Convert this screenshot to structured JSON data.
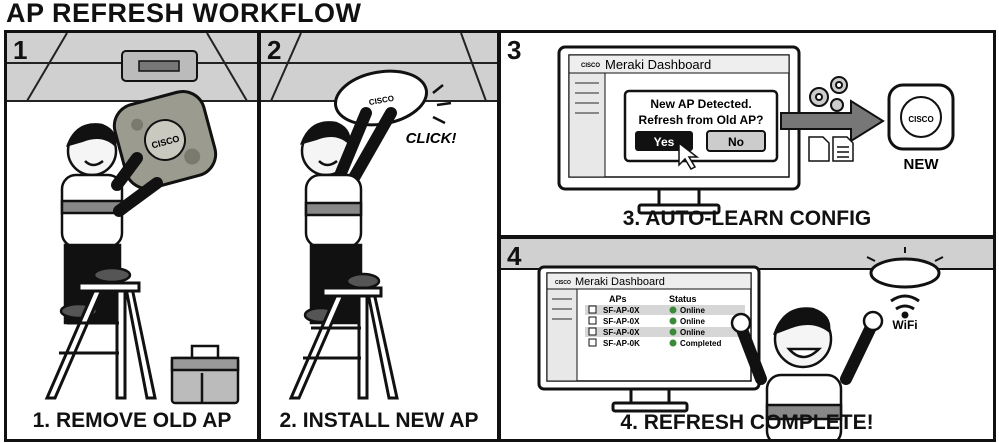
{
  "title": "AP REFRESH WORKFLOW",
  "panels": {
    "p1": {
      "number": "1",
      "caption": "1. REMOVE OLD AP",
      "ap_brand": "CISCO"
    },
    "p2": {
      "number": "2",
      "caption": "2. INSTALL NEW AP",
      "sound": "CLICK!",
      "ap_brand": "CISCO"
    },
    "p3": {
      "number": "3",
      "caption": "3. AUTO-LEARN CONFIG",
      "dashboard_title": "Meraki Dashboard",
      "logo_text": "CISCO",
      "dialog_line1": "New AP Detected.",
      "dialog_line2": "Refresh from Old AP?",
      "yes_label": "Yes",
      "no_label": "No",
      "new_ap_brand": "CISCO",
      "new_label": "NEW"
    },
    "p4": {
      "number": "4",
      "caption": "4. REFRESH COMPLETE!",
      "dashboard_title": "Meraki Dashboard",
      "logo_text": "CISCO",
      "col_aps": "APs",
      "col_status": "Status",
      "rows": [
        {
          "ap": "SF-AP-0X",
          "status": "Online"
        },
        {
          "ap": "SF-AP-0X",
          "status": "Online"
        },
        {
          "ap": "SF-AP-0X",
          "status": "Online"
        },
        {
          "ap": "SF-AP-0K",
          "status": "Completed"
        }
      ],
      "wifi_label": "WiFi"
    }
  }
}
